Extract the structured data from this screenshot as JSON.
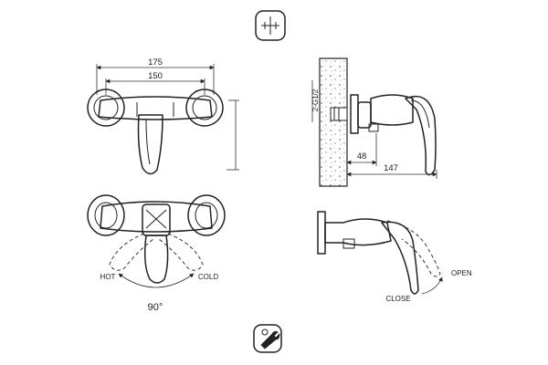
{
  "dimensions": {
    "width_overall": "175",
    "width_centers": "150",
    "thread": "2-G1/2",
    "wall_offset": "48",
    "projection": "147"
  },
  "labels": {
    "hot": "HOT",
    "cold": "COLD",
    "rotation_angle": "90°",
    "open": "OPEN",
    "close": "CLOSE"
  },
  "icons": {
    "top": "cross-target-icon",
    "bottom": "wrench-tool-icon"
  }
}
